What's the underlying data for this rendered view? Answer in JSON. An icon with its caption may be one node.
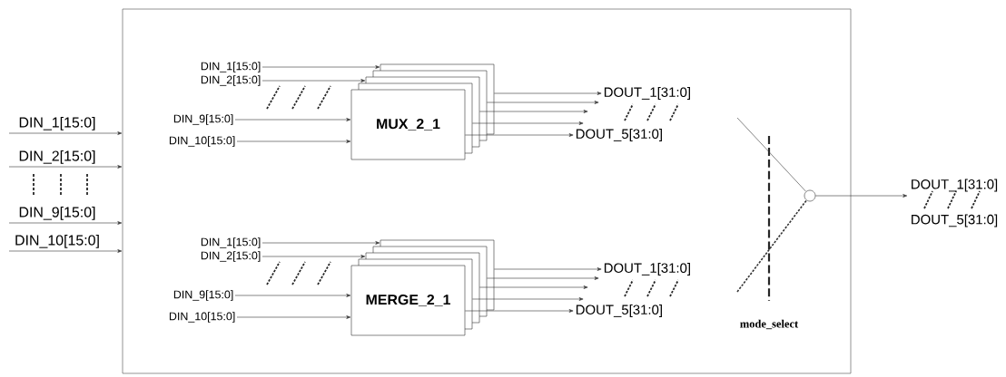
{
  "diagram": {
    "nodes": [
      {
        "text": [],
        "shape": "box"
      },
      {
        "text": [
          "DIN_1[15:0]"
        ],
        "in": 0
      },
      {
        "text": [
          "DIN_2[15:0]"
        ],
        "in": 0
      },
      {
        "text": [
          "DIN_9[15:0]"
        ],
        "in": 0
      },
      {
        "text": [
          "DIN_10[15:0]"
        ],
        "in": 0
      },
      {
        "text": [
          "MUX_2_1"
        ],
        "in": 0
      },
      {
        "text": [
          "DOUT_1[31:0]"
        ],
        "in": 0
      },
      {
        "text": [
          "DOUT_5[31:0]"
        ],
        "in": 0
      },
      {
        "text": [
          "DIN_1[15:0]"
        ],
        "in": 0
      },
      {
        "text": [
          "DIN_2[15:0]"
        ],
        "in": 0
      },
      {
        "text": [
          "DIN_9[15:0]"
        ],
        "in": 0
      },
      {
        "text": [
          "DIN_10[15:0]"
        ],
        "in": 0
      },
      {
        "text": [
          "MERGE_2_1"
        ],
        "in": 0
      },
      {
        "text": [
          "DOUT_1[31:0]"
        ],
        "in": 0
      },
      {
        "text": [
          "DOUT_5[31:0]"
        ],
        "in": 0
      },
      {
        "text": [],
        "shape": "circle",
        "in": 0
      },
      {
        "text": [
          "DOUT_1[31:0]",
          "DOUT_5[31:0]"
        ]
      }
    ],
    "edges": [
      {
        "from": null,
        "to": 0,
        "arrow": "to",
        "label": "DIN_1[15:0]"
      },
      {
        "from": null,
        "to": 0,
        "arrow": "to",
        "label": "DIN_2[15:0]"
      },
      {
        "from": null,
        "to": 0,
        "arrow": "to",
        "label": "DIN_9[15:0]"
      },
      {
        "from": null,
        "to": 0,
        "arrow": "to",
        "label": "DIN_10[15:0]"
      },
      {
        "from": 1,
        "to": 5,
        "arrow": "to"
      },
      {
        "from": 2,
        "to": 5,
        "arrow": "to"
      },
      {
        "from": 3,
        "to": 5,
        "arrow": "to"
      },
      {
        "from": 4,
        "to": 5,
        "arrow": "to"
      },
      {
        "from": 5,
        "to": 6,
        "arrow": "to"
      },
      {
        "from": 5,
        "to": 6,
        "arrow": "to"
      },
      {
        "from": 5,
        "to": 7,
        "arrow": "to"
      },
      {
        "from": 5,
        "to": 7,
        "arrow": "to"
      },
      {
        "from": 5,
        "to": 7,
        "arrow": "to"
      },
      {
        "from": 8,
        "to": 12,
        "arrow": "to"
      },
      {
        "from": 9,
        "to": 12,
        "arrow": "to"
      },
      {
        "from": 10,
        "to": 12,
        "arrow": "to"
      },
      {
        "from": 11,
        "to": 12,
        "arrow": "to"
      },
      {
        "from": 12,
        "to": 13,
        "arrow": "to"
      },
      {
        "from": 12,
        "to": 13,
        "arrow": "to"
      },
      {
        "from": 12,
        "to": 14,
        "arrow": "to"
      },
      {
        "from": 12,
        "to": 14,
        "arrow": "to"
      },
      {
        "from": 12,
        "to": 14,
        "arrow": "to"
      },
      {
        "from": null,
        "to": 15,
        "arrow": "none"
      },
      {
        "from": null,
        "to": 15,
        "arrow": "none",
        "style": "dashed"
      },
      {
        "from": 15,
        "to": 16,
        "arrow": "to"
      }
    ],
    "labels": [
      "mode_select"
    ]
  }
}
